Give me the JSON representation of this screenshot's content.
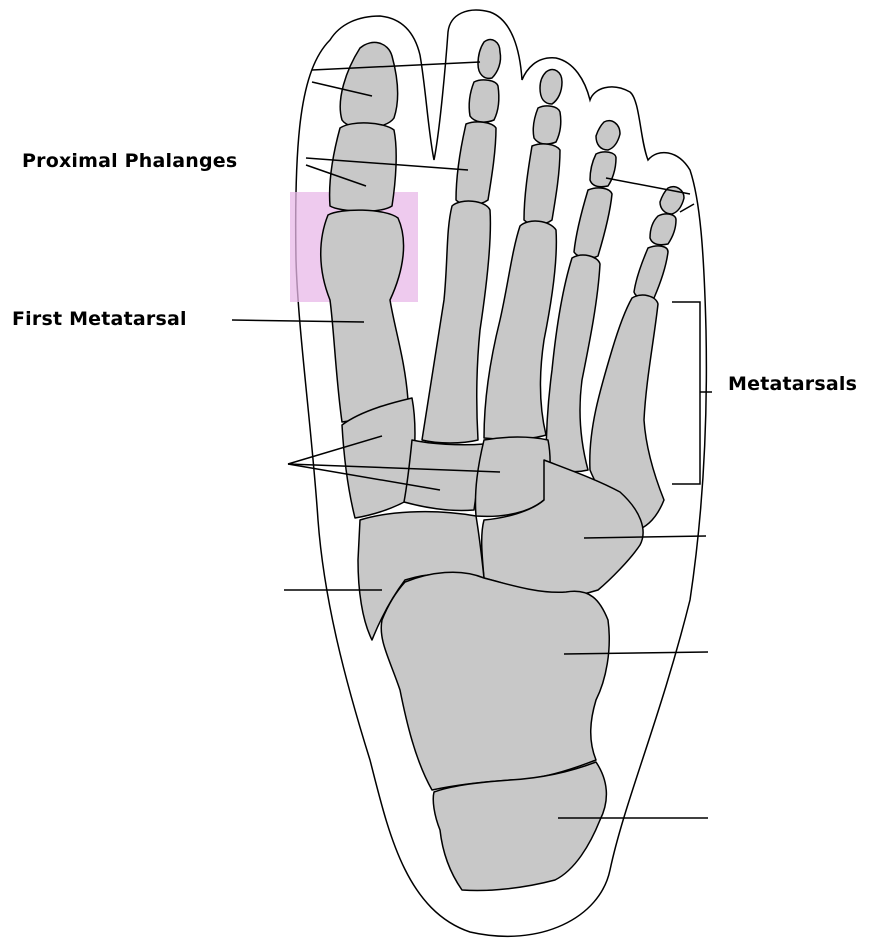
{
  "labels": {
    "proximal_phalanges": "Proximal Phalanges",
    "first_metatarsal": "First Metatarsal",
    "metatarsals": "Metatarsals"
  },
  "colors": {
    "bone_fill": "#c8c8c8",
    "outline": "#000000",
    "highlight": "#e8b8e8",
    "background": "#ffffff"
  }
}
